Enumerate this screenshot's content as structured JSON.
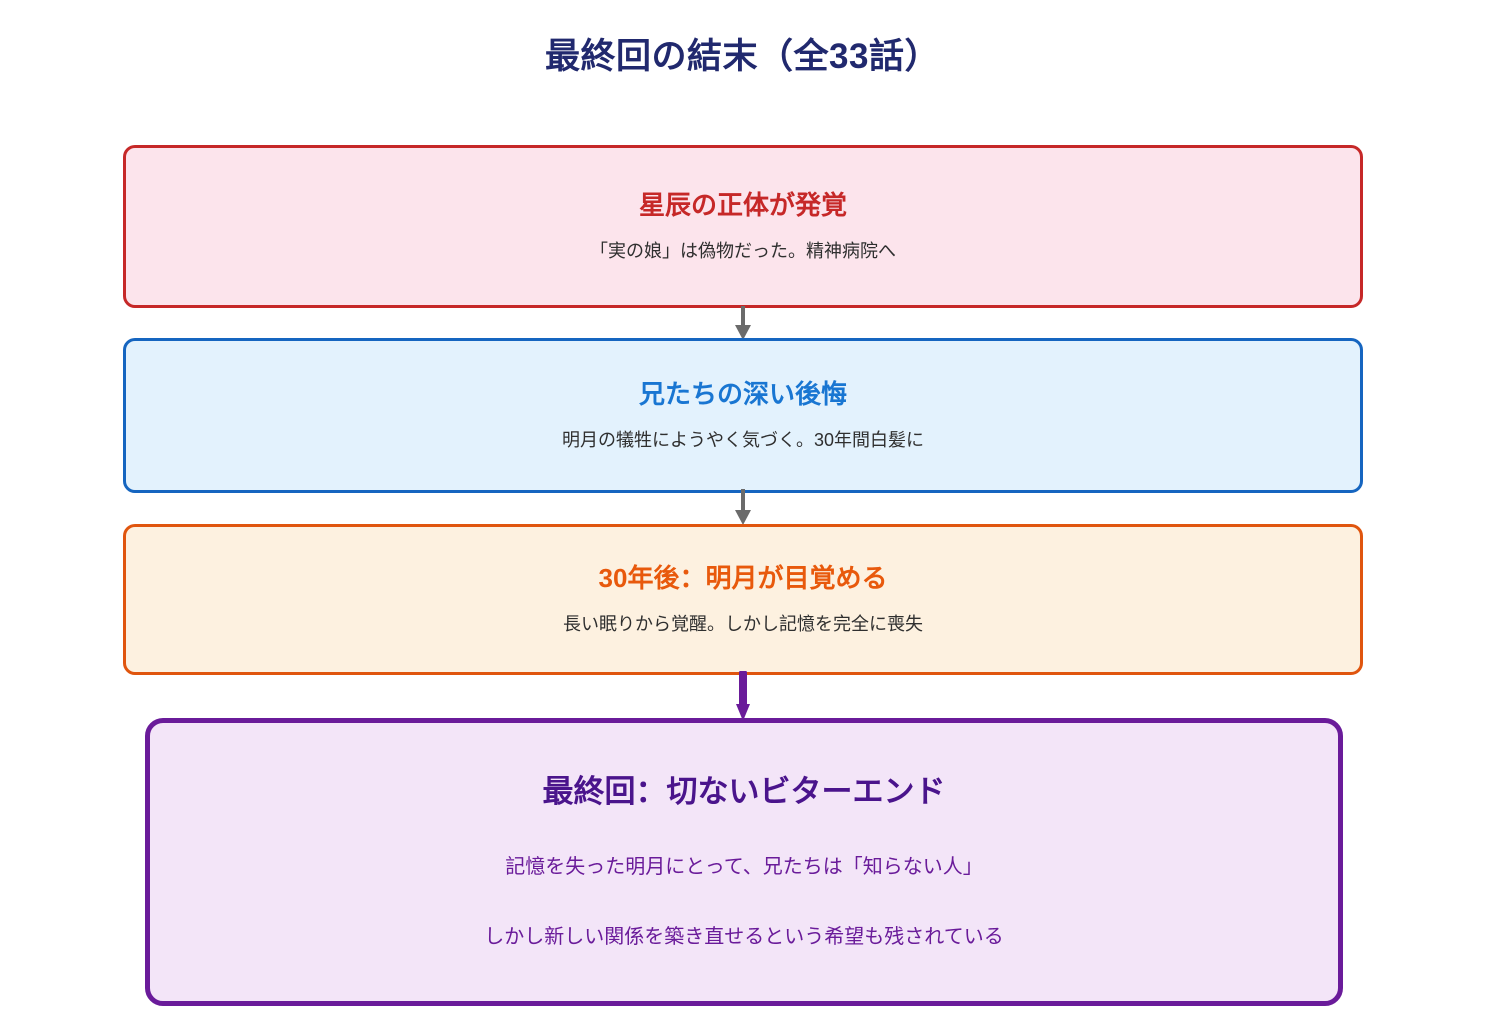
{
  "diagram": {
    "title": "最終回の結末（全33話）",
    "title_color": "#21296e",
    "nodes": [
      {
        "id": "reveal",
        "title": "星辰の正体が発覚",
        "description": "「実の娘」は偽物だった。精神病院へ",
        "border_color": "#c62828",
        "fill_color": "#fce4ec",
        "title_color": "#c62828"
      },
      {
        "id": "regret",
        "title": "兄たちの深い後悔",
        "description": "明月の犠牲にようやく気づく。30年間白髪に",
        "border_color": "#1565c0",
        "fill_color": "#e3f2fd",
        "title_color": "#1976d2"
      },
      {
        "id": "awaken",
        "title": "30年後：明月が目覚める",
        "description": "長い眠りから覚醒。しかし記憶を完全に喪失",
        "border_color": "#e0550e",
        "fill_color": "#fdf1e0",
        "title_color": "#e8590c"
      },
      {
        "id": "finale",
        "title": "最終回：切ないビターエンド",
        "description_line1": "記憶を失った明月にとって、兄たちは「知らない人」",
        "description_line2": "しかし新しい関係を築き直せるという希望も残されている",
        "border_color": "#6a1b9a",
        "fill_color": "#f3e5f8",
        "title_color": "#4a148c",
        "text_color": "#6a1b9a"
      }
    ],
    "connectors": [
      {
        "id": "reveal-to-regret",
        "color": "#6b6b6b",
        "style": "thin-arrow"
      },
      {
        "id": "regret-to-awaken",
        "color": "#6b6b6b",
        "style": "thin-arrow"
      },
      {
        "id": "awaken-to-finale",
        "color": "#6a1b9a",
        "style": "thick-arrow"
      }
    ]
  }
}
